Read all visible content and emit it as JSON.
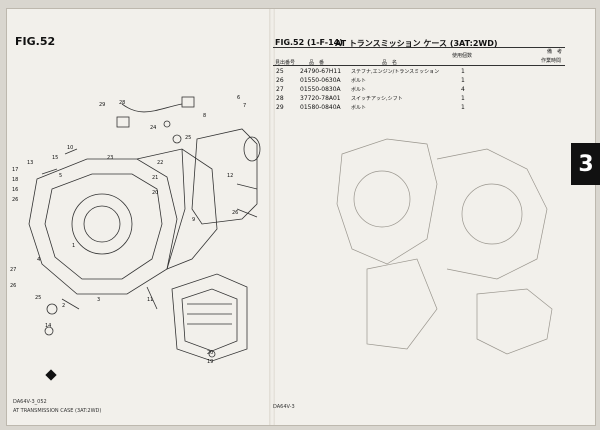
{
  "page": {
    "fig_label_left": "FIG.52",
    "fig_label_right": "FIG.52",
    "fig_code": "(1-F-14)",
    "title": "AT トランスミッション ケース (3AT:2WD)",
    "section_tab": "3",
    "footer_left_code": "DA64V-3_052",
    "footer_left_title": "AT TRANSMISSION CASE (3AT:2WD)",
    "footer_center": "DA64V-3"
  },
  "table": {
    "headers": {
      "ref": "見出番号",
      "part_no": "品　番",
      "name": "品　名",
      "qty": "使用個数",
      "remarks": "備　考",
      "remarks_sub": "作業時間"
    },
    "rows": [
      {
        "ref": "25",
        "part_no": "24790-67H11",
        "name": "ステフナ,エンジン/トランスミッション",
        "qty": "1"
      },
      {
        "ref": "26",
        "part_no": "01550-0630A",
        "name": "ボルト",
        "qty": "1"
      },
      {
        "ref": "27",
        "part_no": "01550-0830A",
        "name": "ボルト",
        "qty": "4"
      },
      {
        "ref": "28",
        "part_no": "37720-78A01",
        "name": "スイッチアッシ,シフト",
        "qty": "1"
      },
      {
        "ref": "29",
        "part_no": "01580-0840A",
        "name": "ボルト",
        "qty": "1"
      }
    ]
  },
  "callouts": [
    "1",
    "2",
    "3",
    "4",
    "5",
    "6",
    "7",
    "8",
    "9",
    "10",
    "11",
    "12",
    "13",
    "14",
    "15",
    "16",
    "17",
    "18",
    "19",
    "20",
    "21",
    "22",
    "23",
    "24",
    "25",
    "26",
    "27",
    "28",
    "29"
  ]
}
